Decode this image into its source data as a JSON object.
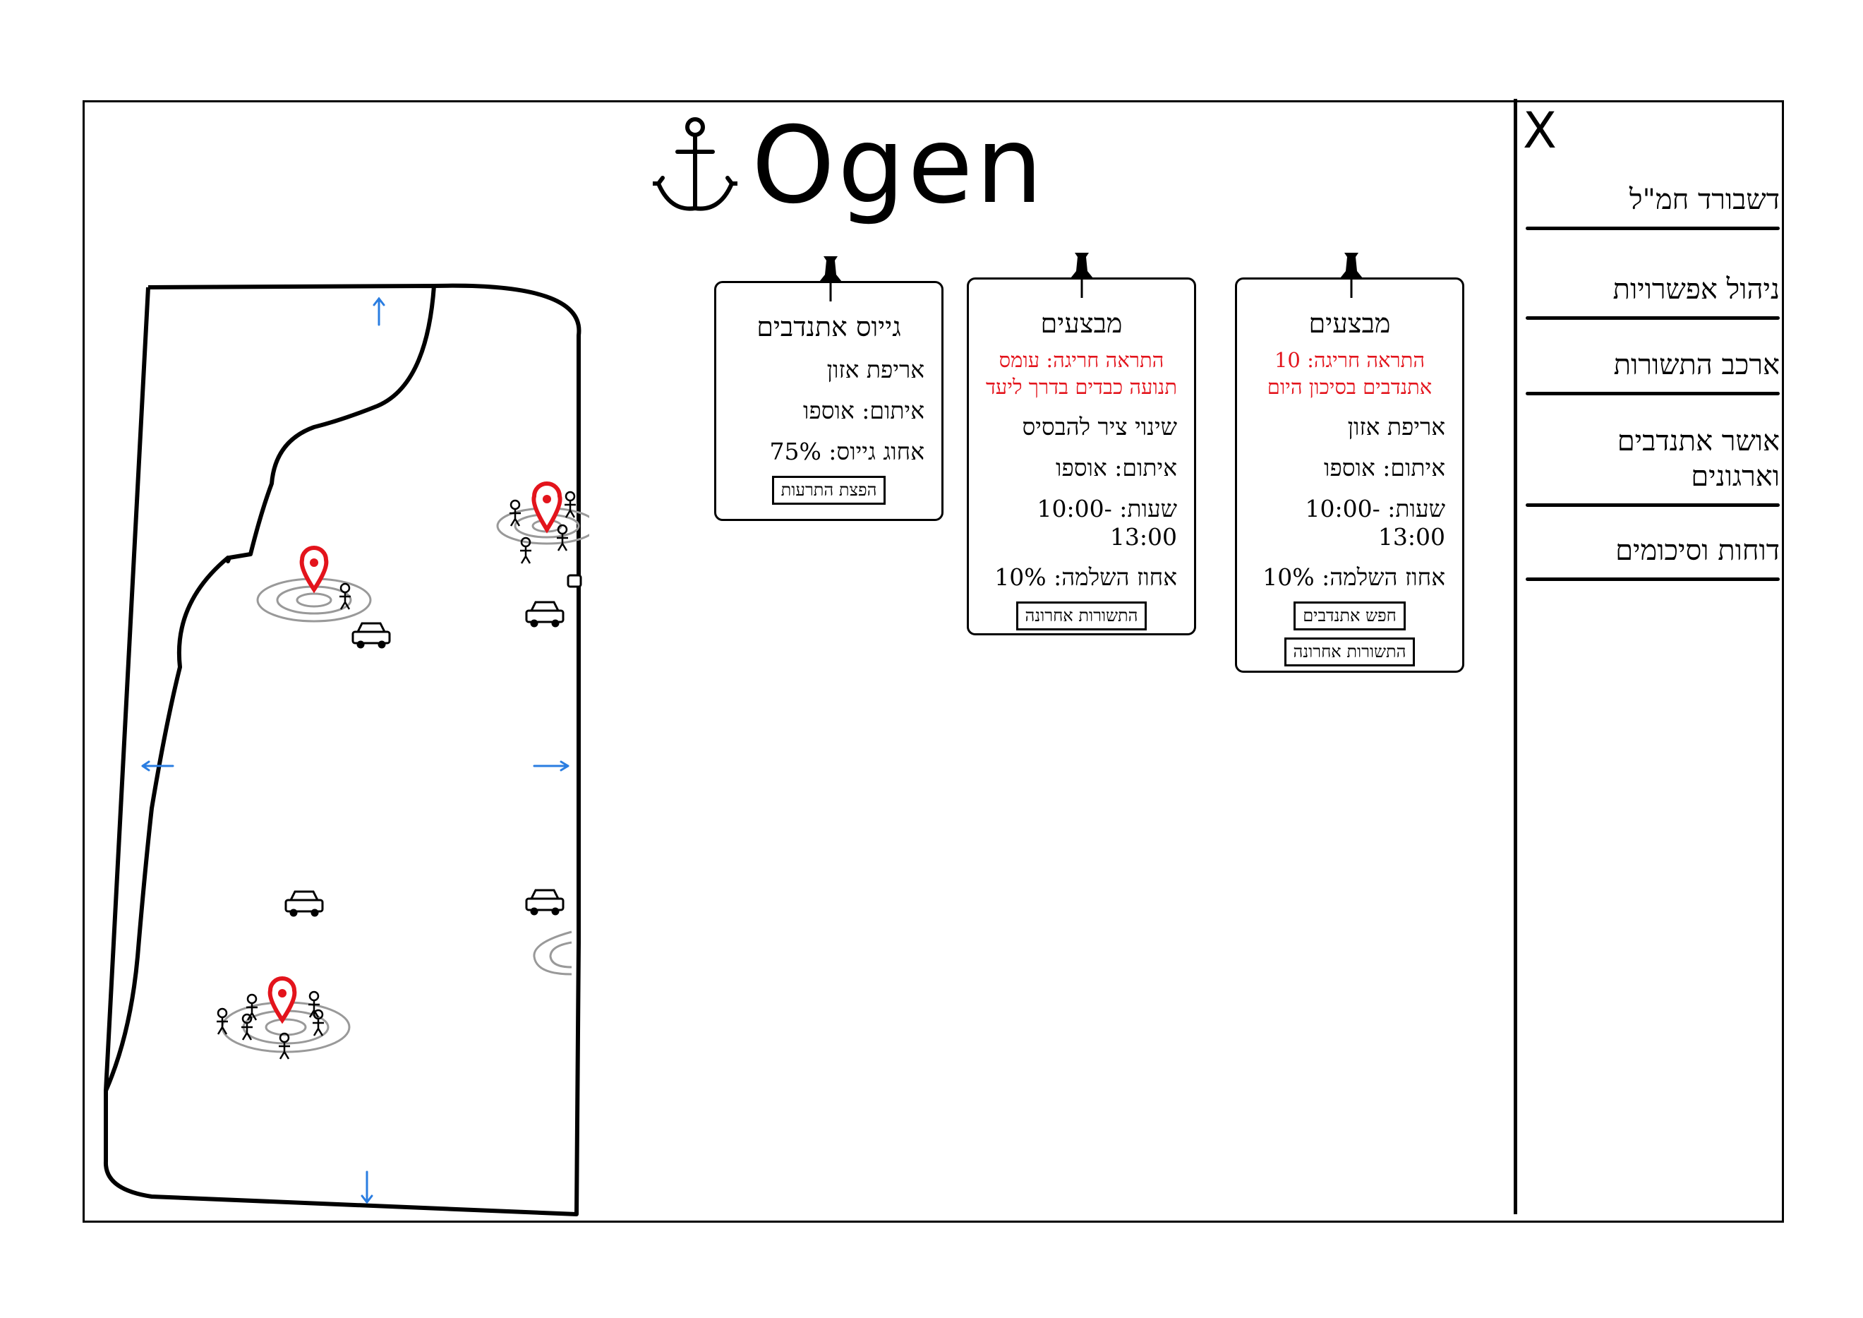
{
  "app": {
    "name": "Ogen"
  },
  "sidebar": {
    "close_label": "X",
    "items": [
      {
        "label": "דשבורד חמ\"ל"
      },
      {
        "label": "ניהול אפשרויות"
      },
      {
        "label": "ארכב התשורות"
      },
      {
        "label": "אושר אתנדבים וארגונים"
      },
      {
        "label": "דוחות וסיכומים"
      }
    ]
  },
  "cards": [
    {
      "title": "גייוס אתנדבים",
      "alert": "",
      "rows": [
        "אריפת אזון",
        "איתום: אוספו",
        "אחוג גייוס: 75%"
      ],
      "buttons": [
        "הפצת התרעות"
      ]
    },
    {
      "title": "מבצעים",
      "alert": "התראה חריגה: עומס תנועה כבדים בדרך ליעד",
      "rows": [
        "שינוי ציר להבסיס",
        "איתום: אוספו",
        "שעות: 10:00-13:00",
        "אחוז השלמה: 10%"
      ],
      "buttons": [
        "התשורות אחרונה"
      ]
    },
    {
      "title": "מבצעים",
      "alert": "התראה חריגה: 10 אתנדבים בסיכון היום",
      "rows": [
        "אריפת אזון",
        "איתום: אוספו",
        "שעות: 10:00-13:00",
        "אחוז השלמה: 10%"
      ],
      "buttons": [
        "חפש אתנדבים",
        "התשורות אחרונה"
      ]
    }
  ],
  "colors": {
    "alert": "#e3141c",
    "map_arrow": "#2a7de1",
    "marker": "#e3141c"
  },
  "map": {
    "icons": [
      "location-marker-icon",
      "person-icon",
      "car-icon",
      "pan-arrow-icon"
    ]
  }
}
